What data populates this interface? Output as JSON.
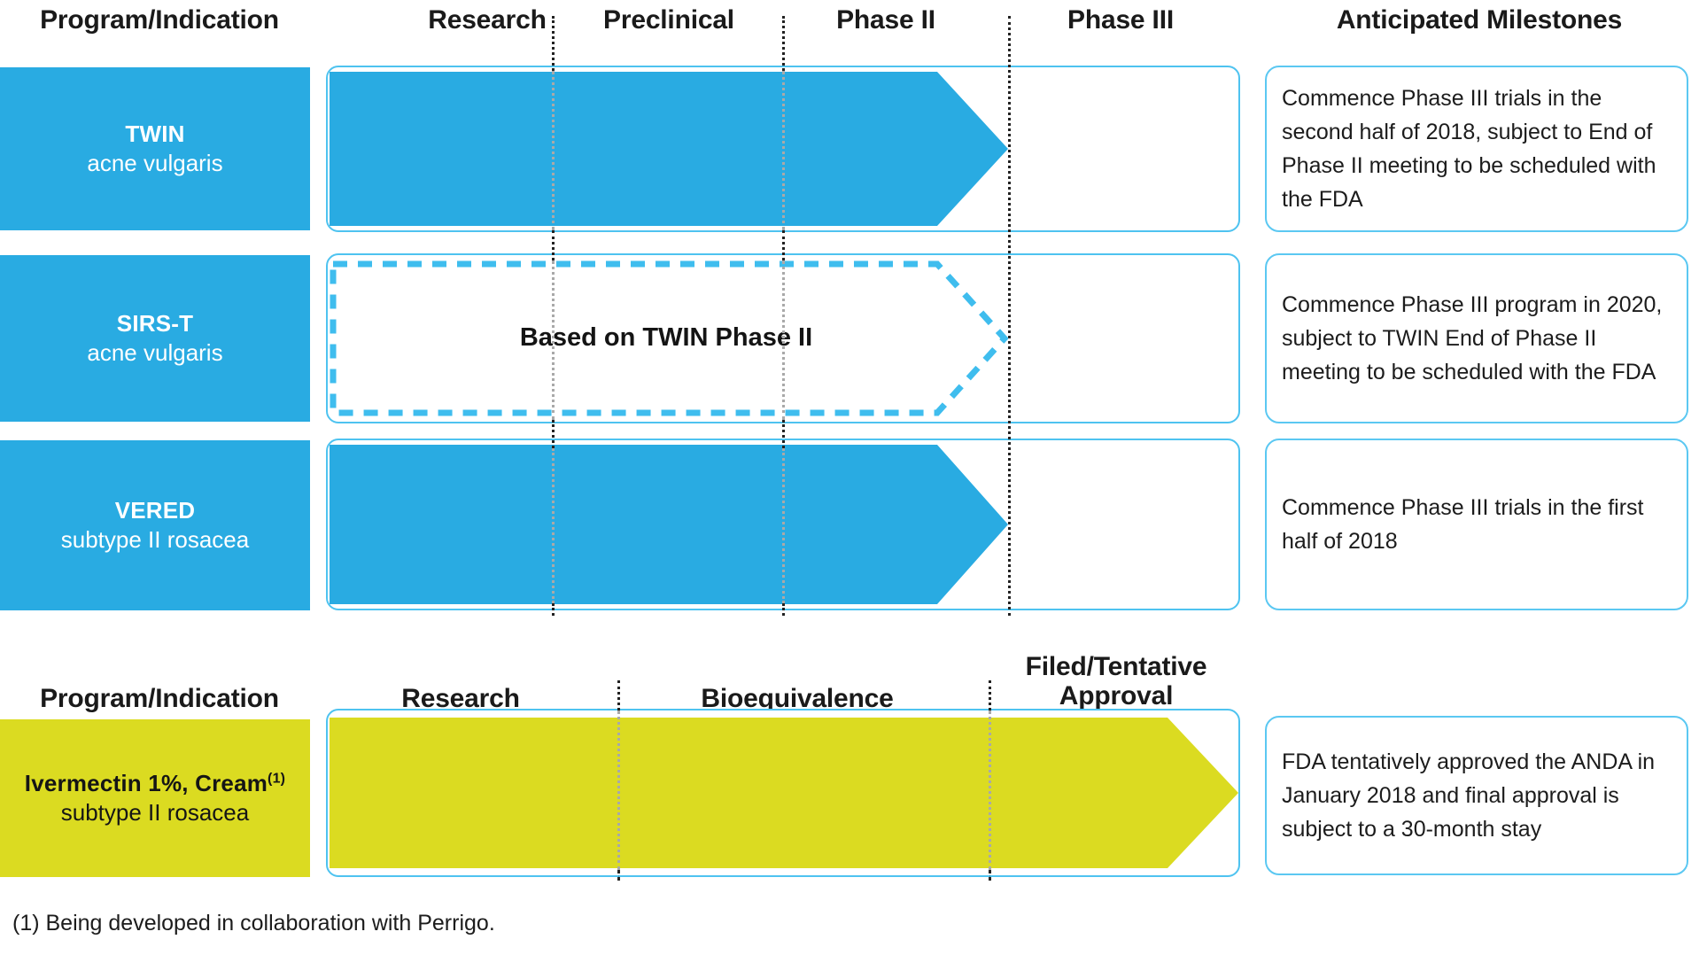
{
  "chart_data": {
    "type": "table",
    "title": "Clinical development pipeline",
    "sections": [
      {
        "name": "clinical",
        "color": "#29ABE2",
        "headers": [
          "Program/Indication",
          "Research",
          "Preclinical",
          "Phase II",
          "Phase III",
          "Anticipated Milestones"
        ],
        "stages": [
          "Research",
          "Preclinical",
          "Phase II",
          "Phase III"
        ],
        "rows": [
          {
            "program": "TWIN",
            "indication": "acne vulgaris",
            "progress_stage": "Phase II",
            "progress_fraction": 0.755,
            "bar_style": "solid",
            "inner_label": "",
            "milestone": "Commence Phase III trials in the second half of 2018, subject to End of Phase II meeting to be scheduled with the FDA"
          },
          {
            "program": "SIRS-T",
            "indication": "acne vulgaris",
            "progress_stage": "Phase II",
            "progress_fraction": 0.755,
            "bar_style": "dashed",
            "inner_label": "Based on TWIN Phase II",
            "milestone": "Commence Phase III program in 2020, subject to TWIN End of Phase II meeting to be scheduled with the FDA"
          },
          {
            "program": "VERED",
            "indication": "subtype II rosacea",
            "progress_stage": "Phase II",
            "progress_fraction": 0.755,
            "bar_style": "solid",
            "inner_label": "",
            "milestone": "Commence Phase III trials in the first half of 2018"
          }
        ]
      },
      {
        "name": "generic",
        "color": "#DBDB21",
        "headers": [
          "Program/Indication",
          "Research",
          "Bioequivalence",
          "Filed/Tentative Approval",
          "Anticipated Milestones"
        ],
        "stages": [
          "Research",
          "Bioequivalence",
          "Filed/Tentative Approval"
        ],
        "rows": [
          {
            "program": "Ivermectin 1%, Cream",
            "program_superscript": "(1)",
            "indication": "subtype II rosacea",
            "progress_stage": "Filed/Tentative Approval",
            "progress_fraction": 1.0,
            "bar_style": "solid",
            "inner_label": "",
            "milestone": "FDA tentatively approved the ANDA in January 2018 and final approval is subject to a 30-month stay"
          }
        ]
      }
    ],
    "footnote": "(1) Being developed in collaboration with Perrigo."
  },
  "headers": {
    "program_indication": "Program/Indication",
    "research": "Research",
    "preclinical": "Preclinical",
    "phase_ii": "Phase II",
    "phase_iii": "Phase III",
    "anticipated_milestones": "Anticipated Milestones",
    "program_indication_2": "Program/Indication",
    "research_2": "Research",
    "bioequivalence": "Bioequivalence",
    "filed_tentative_approval": "Filed/Tentative\nApproval"
  },
  "rows": {
    "twin": {
      "name": "TWIN",
      "indication": "acne vulgaris",
      "milestone": "Commence Phase III trials in the second half of 2018, subject to End of Phase II meeting to be scheduled with the FDA"
    },
    "sirst": {
      "name": "SIRS-T",
      "indication": "acne vulgaris",
      "inner_label": "Based on TWIN Phase II",
      "milestone": "Commence Phase III program in 2020, subject to TWIN End of Phase II meeting to be scheduled with the FDA"
    },
    "vered": {
      "name": "VERED",
      "indication": "subtype II rosacea",
      "milestone": "Commence Phase III trials in the first half of 2018"
    },
    "ivermectin": {
      "name": "Ivermectin 1%, Cream",
      "name_superscript": "(1)",
      "indication": "subtype II rosacea",
      "milestone": "FDA tentatively approved the ANDA in January 2018 and final approval is subject to a 30-month stay"
    }
  },
  "footnote": {
    "text": "(1) Being developed in collaboration with Perrigo."
  },
  "colors": {
    "brand_blue": "#29ABE2",
    "light_blue_border": "#4EC3F0",
    "brand_yellow": "#DBDB21",
    "divider_dark": "#222222",
    "divider_faint": "#a9a9a9",
    "text_dark": "#1c1c1c"
  }
}
